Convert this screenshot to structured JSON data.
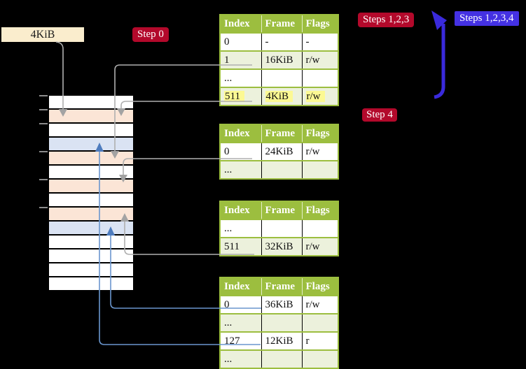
{
  "diagram": {
    "title_hint": "page-table translation diagram",
    "background": "#000000",
    "legend_box": {
      "label": "4KiB",
      "bg": "#FAEDCD"
    },
    "step_labels": [
      {
        "id": "step0",
        "label": "Step 0",
        "bg": "#B3092B"
      },
      {
        "id": "steps123",
        "label": "Steps 1,2,3",
        "bg": "#B3092B"
      },
      {
        "id": "steps1234",
        "label": "Steps 1,2,3,4",
        "bg": "#4431E3"
      },
      {
        "id": "step4",
        "label": "Step 4",
        "bg": "#B3092B"
      }
    ],
    "tables": [
      {
        "name": "page-table-level-a",
        "headers": [
          "Index",
          "Frame",
          "Flags"
        ],
        "rows": [
          {
            "cells": [
              "0",
              "-",
              "-"
            ],
            "highlight": false
          },
          {
            "cells": [
              "1",
              "16KiB",
              "r/w"
            ],
            "highlight": false
          },
          {
            "cells": [
              "...",
              "",
              ""
            ],
            "highlight": false
          },
          {
            "cells": [
              "511",
              "4KiB",
              "r/w"
            ],
            "highlight": true
          }
        ]
      },
      {
        "name": "page-table-level-b",
        "headers": [
          "Index",
          "Frame",
          "Flags"
        ],
        "rows": [
          {
            "cells": [
              "0",
              "24KiB",
              "r/w"
            ],
            "highlight": false
          },
          {
            "cells": [
              "...",
              "",
              ""
            ],
            "highlight": false
          }
        ]
      },
      {
        "name": "page-table-level-c",
        "headers": [
          "Index",
          "Frame",
          "Flags"
        ],
        "rows": [
          {
            "cells": [
              "...",
              "",
              ""
            ],
            "highlight": false
          },
          {
            "cells": [
              "511",
              "32KiB",
              "r/w"
            ],
            "highlight": false
          }
        ]
      },
      {
        "name": "page-table-level-d",
        "headers": [
          "Index",
          "Frame",
          "Flags"
        ],
        "rows": [
          {
            "cells": [
              "0",
              "36KiB",
              "r/w"
            ],
            "highlight": false
          },
          {
            "cells": [
              "...",
              "",
              ""
            ],
            "highlight": false
          },
          {
            "cells": [
              "127",
              "12KiB",
              "r"
            ],
            "highlight": false
          },
          {
            "cells": [
              "...",
              "",
              ""
            ],
            "highlight": false
          }
        ]
      }
    ],
    "memory": {
      "rows": [
        {
          "color": "#FFFFFF"
        },
        {
          "color": "#FBE5D6"
        },
        {
          "color": "#FFFFFF"
        },
        {
          "color": "#DAE3F3"
        },
        {
          "color": "#FBE5D6"
        },
        {
          "color": "#FFFFFF"
        },
        {
          "color": "#FBE5D6"
        },
        {
          "color": "#FFFFFF"
        },
        {
          "color": "#FBE5D6"
        },
        {
          "color": "#DAE3F3"
        },
        {
          "color": "#FFFFFF"
        },
        {
          "color": "#FFFFFF"
        },
        {
          "color": "#FFFFFF"
        },
        {
          "color": "#FFFFFF"
        }
      ]
    },
    "connectors": [
      {
        "from": "legend-4KiB-box",
        "to": "memory-frame-2",
        "color": "gray"
      },
      {
        "from": "table-a-row-1",
        "to": "memory-frame-5",
        "color": "gray"
      },
      {
        "from": "table-a-row-511",
        "to": "memory-frame-2",
        "color": "gray"
      },
      {
        "from": "table-b-row-0",
        "to": "memory-frame-7",
        "color": "gray"
      },
      {
        "from": "table-c-row-511",
        "to": "memory-frame-9",
        "color": "gray"
      },
      {
        "from": "table-d-row-0",
        "to": "memory-frame-10",
        "color": "blue"
      },
      {
        "from": "table-d-row-127",
        "to": "memory-frame-4",
        "color": "blue"
      }
    ],
    "colors": {
      "table_green": "#9CBE3F",
      "table_row_tint": "#ECF1DC",
      "row_highlight": "#FCF993",
      "memory_peach": "#FBE5D6",
      "memory_blue": "#DAE3F3",
      "connector_gray": "#AFAFAF",
      "connector_blue": "#6A96CE",
      "big_arrow_blue": "#3A2ADC",
      "label_red": "#B3092B",
      "label_blue": "#4431E3"
    }
  }
}
